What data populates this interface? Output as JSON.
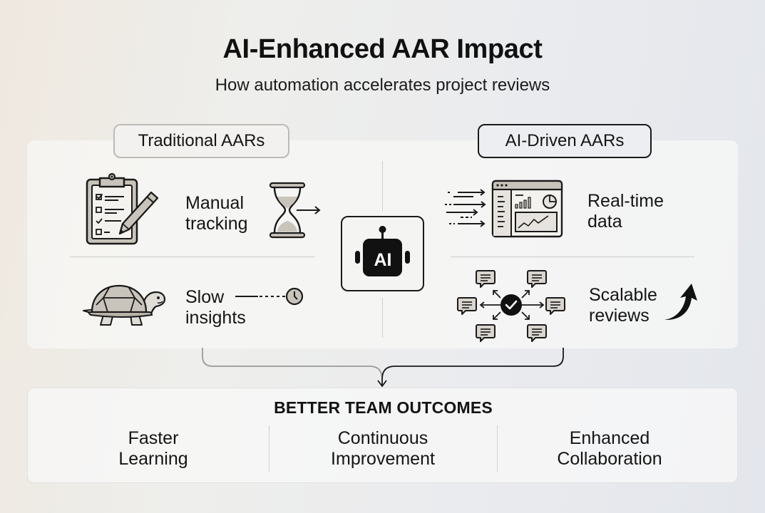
{
  "header": {
    "title": "AI-Enhanced AAR Impact",
    "subtitle": "How automation accelerates project reviews"
  },
  "traditional": {
    "heading": "Traditional AARs",
    "items": [
      {
        "label_line1": "Manual",
        "label_line2": "tracking",
        "icon": "clipboard-checklist-icon",
        "secondary_icon": "hourglass-arrow-icon"
      },
      {
        "label_line1": "Slow",
        "label_line2": "insights",
        "icon": "turtle-icon",
        "secondary_icon": "dashed-line-clock-icon"
      }
    ]
  },
  "center": {
    "label": "AI",
    "icon": "ai-robot-icon"
  },
  "ai_driven": {
    "heading": "AI-Driven AARs",
    "items": [
      {
        "label_line1": "Real-time",
        "label_line2": "data",
        "icon": "dashboard-stream-icon"
      },
      {
        "label_line1": "Scalable",
        "label_line2": "reviews",
        "icon": "network-feedback-icon",
        "secondary_icon": "curved-up-arrow-icon"
      }
    ]
  },
  "outcomes": {
    "title": "BETTER TEAM OUTCOMES",
    "items": [
      {
        "line1": "Faster",
        "line2": "Learning"
      },
      {
        "line1": "Continuous",
        "line2": "Improvement"
      },
      {
        "line1": "Enhanced",
        "line2": "Collaboration"
      }
    ]
  },
  "colors": {
    "ink": "#1a1a1a",
    "fill_warm": "#c9c4bb",
    "fill_light": "#e6e3de",
    "traditional_border": "#bdbab5",
    "ai_border": "#1a1a1a"
  }
}
